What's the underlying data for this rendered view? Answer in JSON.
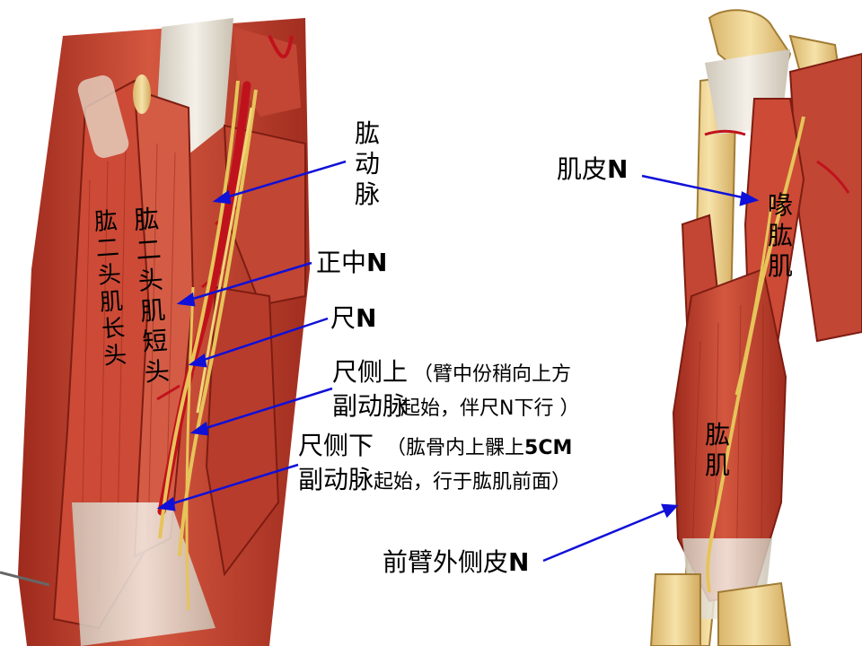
{
  "colors": {
    "arrow": "#1010d8",
    "muscle": "#c0392b",
    "muscle_dark": "#8e2418",
    "tendon": "#e8e2d6",
    "bone": "#e9cf8e",
    "nerve": "#e6c45a",
    "artery": "#c0121c"
  },
  "labels": {
    "brachial_artery": "肱动脉",
    "median_nerve": {
      "text": "正中",
      "suffix": "N"
    },
    "ulnar_nerve": {
      "text": "尺",
      "suffix": "N"
    },
    "sup_ulnar_collateral": {
      "line1": "尺侧上",
      "note1": "（臂中份稍向上方",
      "line2": "副动脉",
      "note2": "起始，伴尺N下行 ）"
    },
    "inf_ulnar_collateral": {
      "line1": "尺侧下",
      "note1_pre": "（肱骨内上髁上",
      "note1_bold": "5CM",
      "line2": "副动脉",
      "note2": "起始，行于肱肌前面）"
    },
    "biceps_long_head": "肱二头肌长头",
    "biceps_short_head": "肱二头肌短头",
    "musculocutaneous_nerve": {
      "text": "肌皮",
      "suffix": "N"
    },
    "coracobrachialis": "喙肱肌",
    "brachialis": "肱肌",
    "lateral_antebrachial_cutaneous_nerve": {
      "text": "前臂外侧皮",
      "suffix": "N"
    }
  }
}
